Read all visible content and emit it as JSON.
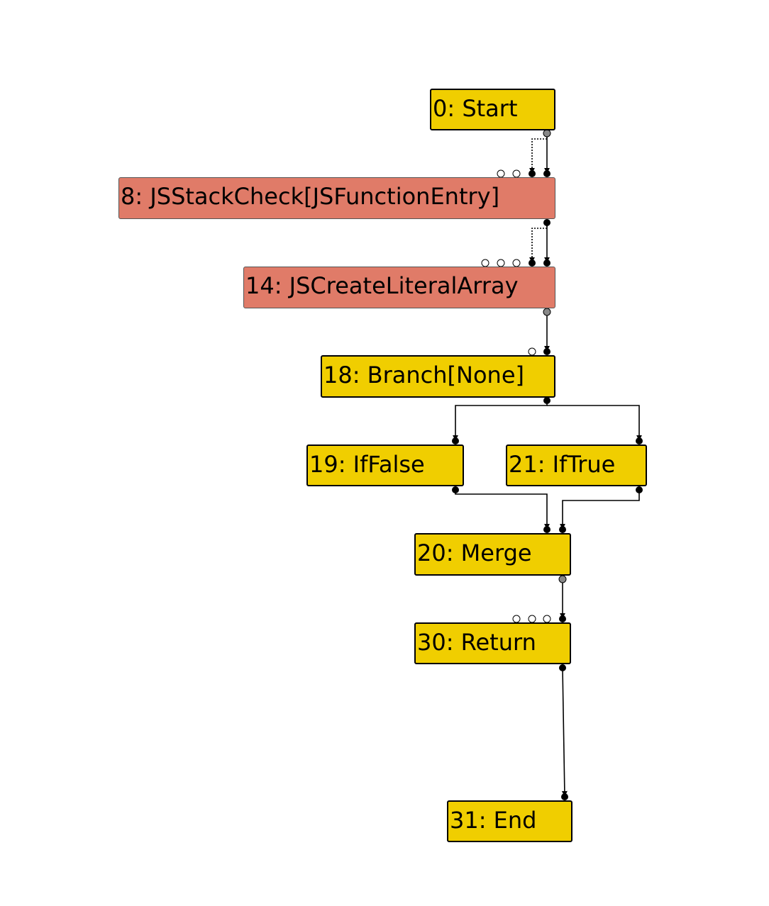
{
  "graph": {
    "nodes": [
      {
        "id": "n0",
        "label": "0: Start",
        "kind": "control"
      },
      {
        "id": "n8",
        "label": "8: JSStackCheck[JSFunctionEntry]",
        "kind": "js"
      },
      {
        "id": "n14",
        "label": "14: JSCreateLiteralArray",
        "kind": "js"
      },
      {
        "id": "n18",
        "label": "18: Branch[None]",
        "kind": "control"
      },
      {
        "id": "n19",
        "label": "19: IfFalse",
        "kind": "control"
      },
      {
        "id": "n21",
        "label": "21: IfTrue",
        "kind": "control"
      },
      {
        "id": "n20",
        "label": "20: Merge",
        "kind": "control"
      },
      {
        "id": "n30",
        "label": "30: Return",
        "kind": "control"
      },
      {
        "id": "n31",
        "label": "31: End",
        "kind": "control"
      }
    ],
    "edges": [
      {
        "from": "n0",
        "to": "n8",
        "style": "solid"
      },
      {
        "from": "n0",
        "to": "n8",
        "style": "dotted"
      },
      {
        "from": "n8",
        "to": "n14",
        "style": "solid"
      },
      {
        "from": "n8",
        "to": "n14",
        "style": "dotted"
      },
      {
        "from": "n14",
        "to": "n18",
        "style": "solid"
      },
      {
        "from": "n18",
        "to": "n19",
        "style": "solid"
      },
      {
        "from": "n18",
        "to": "n21",
        "style": "solid"
      },
      {
        "from": "n19",
        "to": "n20",
        "style": "solid"
      },
      {
        "from": "n21",
        "to": "n20",
        "style": "solid"
      },
      {
        "from": "n20",
        "to": "n30",
        "style": "solid"
      },
      {
        "from": "n30",
        "to": "n31",
        "style": "solid"
      }
    ],
    "colors": {
      "control": "#f0ce00",
      "js": "#e07b68"
    }
  }
}
